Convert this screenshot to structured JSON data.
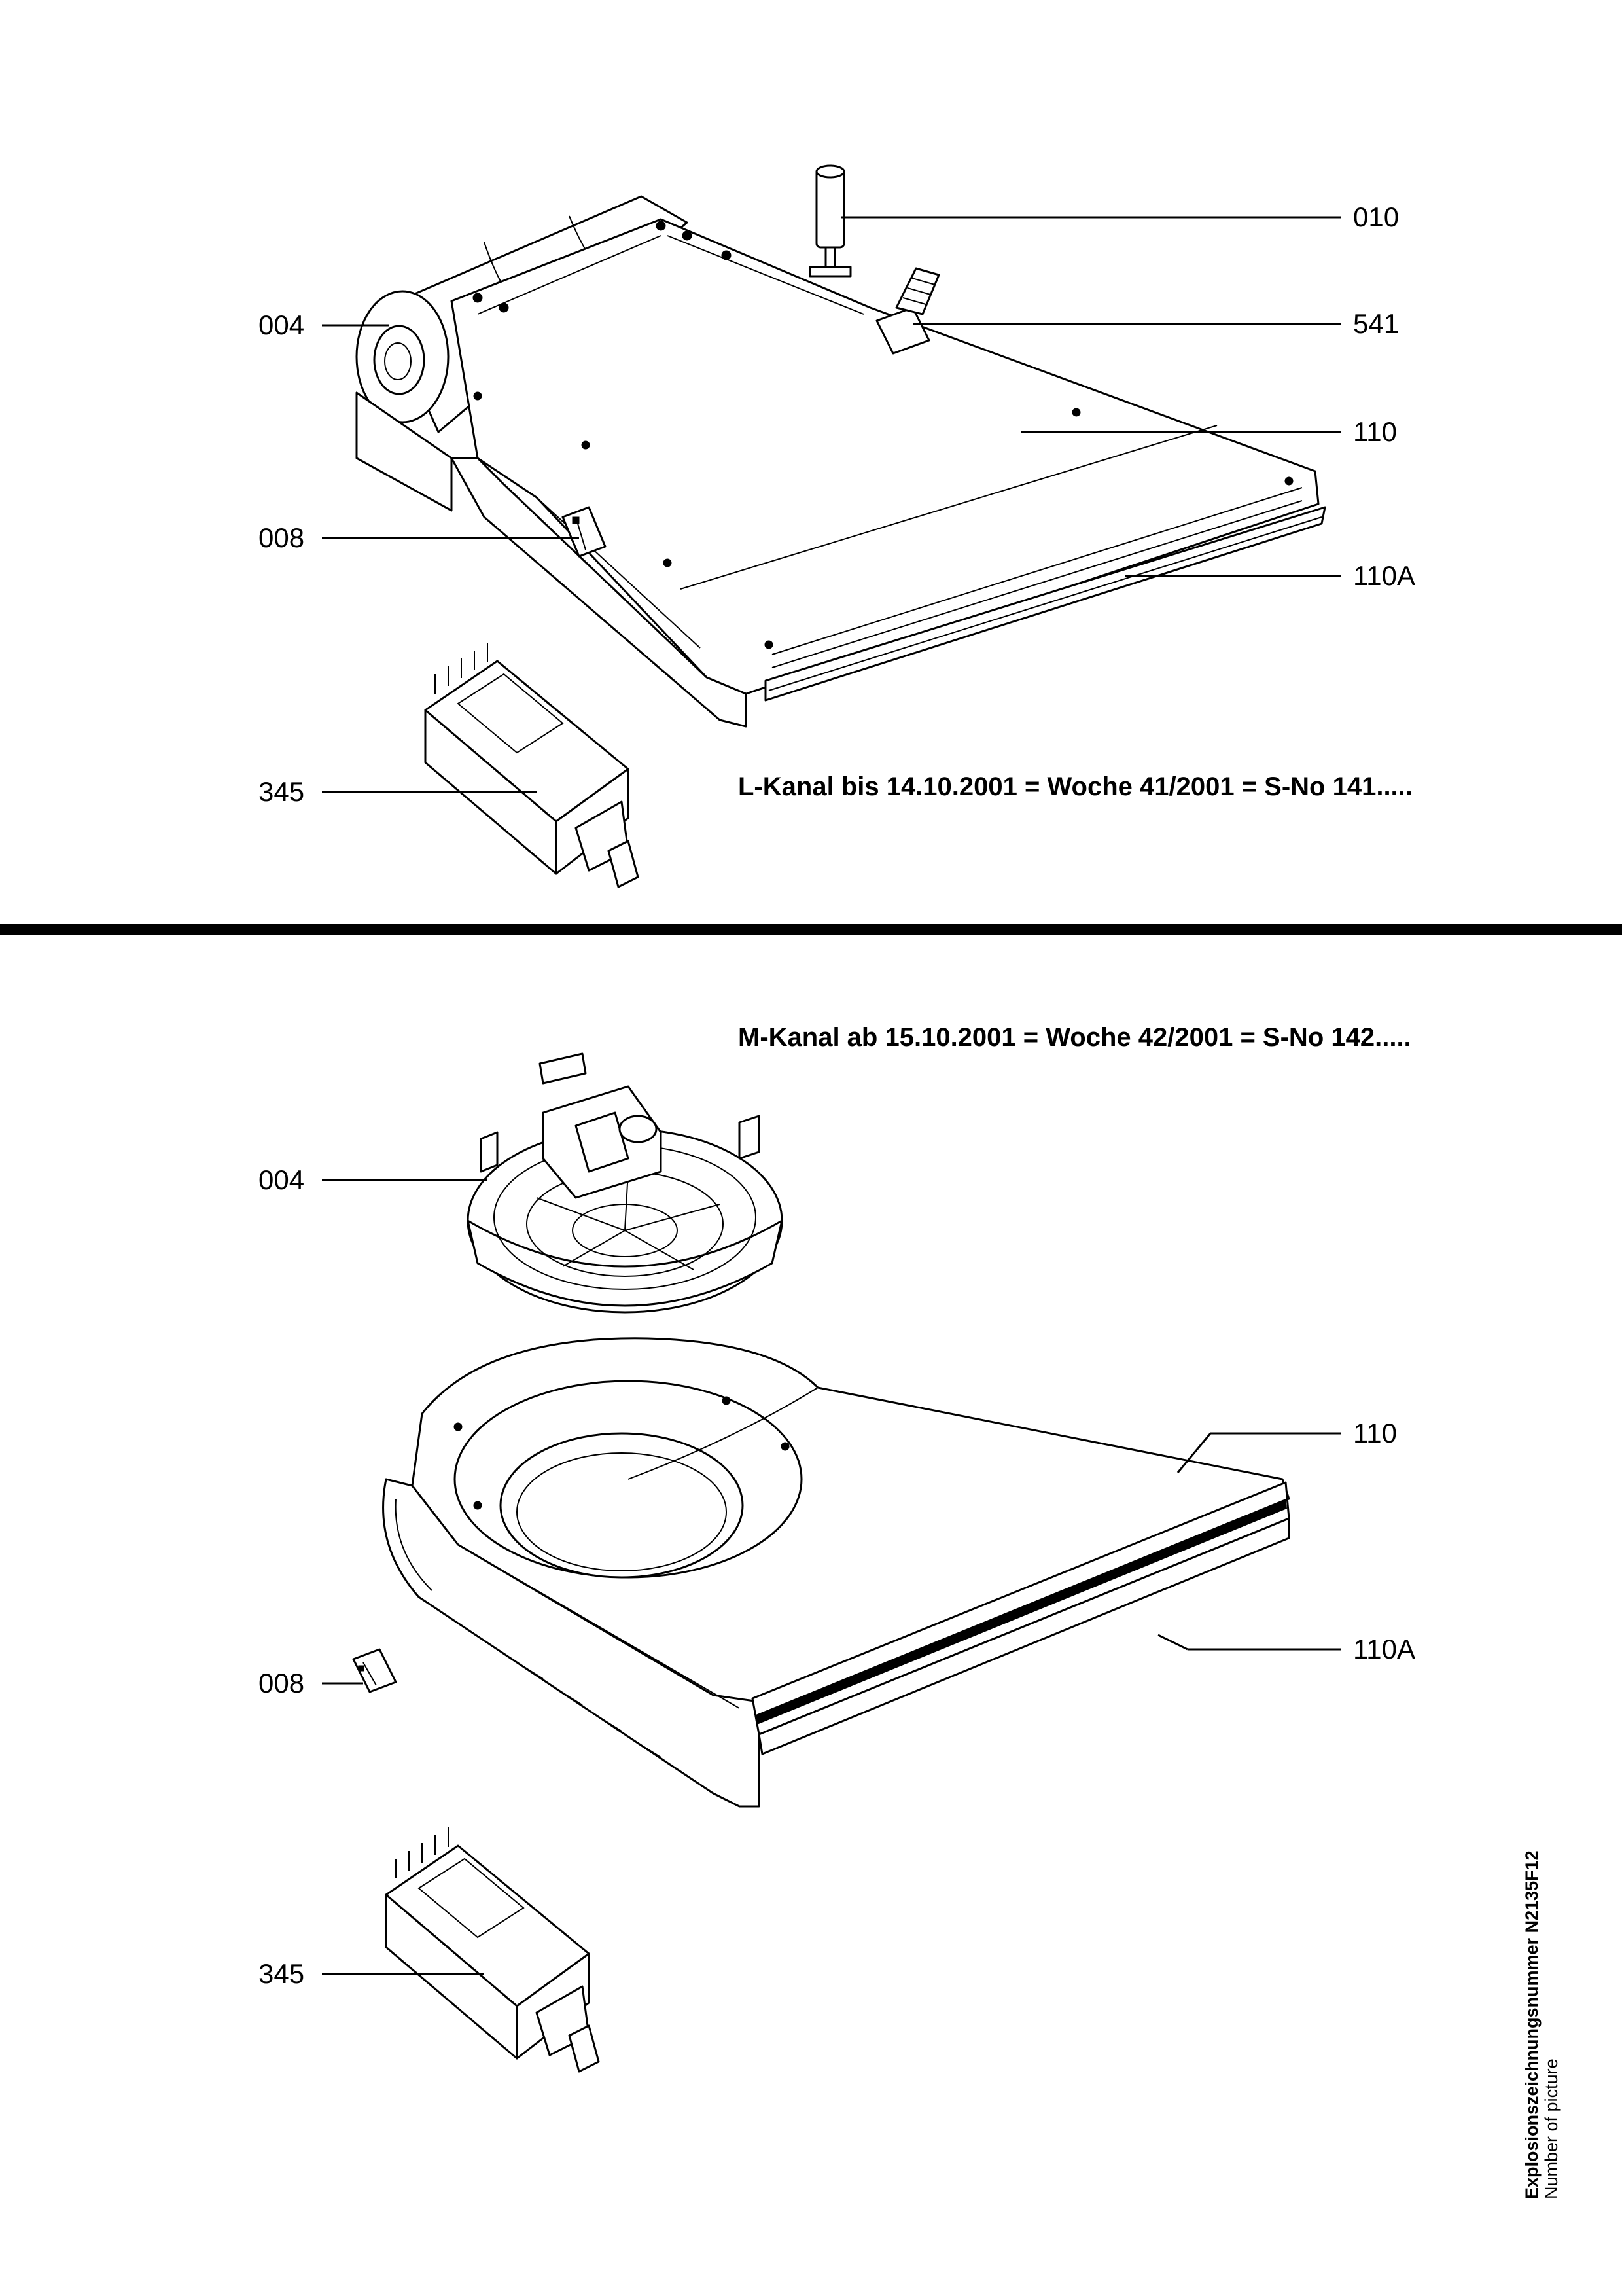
{
  "top_section": {
    "caption": "L-Kanal bis 14.10.2001 = Woche 41/2001 = S-No 141.....",
    "callouts": [
      "010",
      "004",
      "541",
      "110",
      "008",
      "110A",
      "345"
    ]
  },
  "bottom_section": {
    "caption": "M-Kanal ab 15.10.2001 = Woche 42/2001 = S-No 142.....",
    "callouts": [
      "004",
      "110",
      "110A",
      "008",
      "345"
    ]
  },
  "side_note": {
    "line1": "Explosionszeichnungsnummer N2135F12",
    "line2": "Number of picture"
  }
}
